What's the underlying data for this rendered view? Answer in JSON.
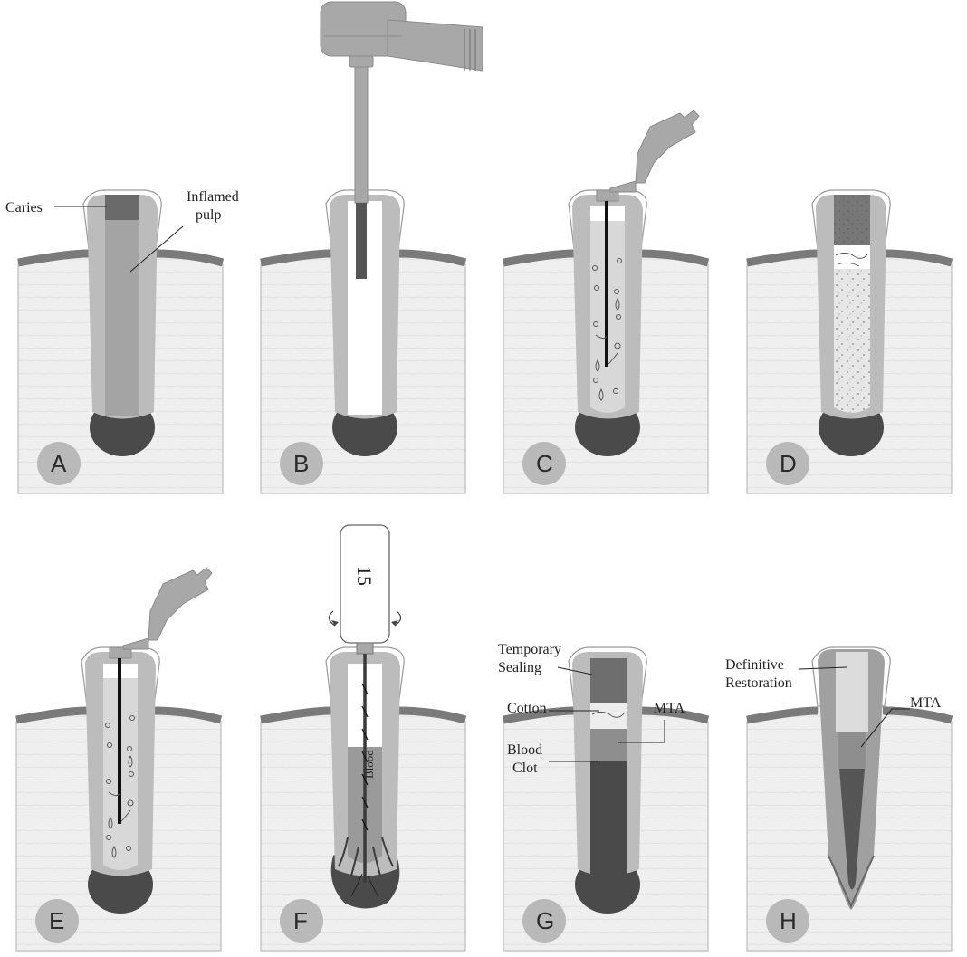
{
  "panels": [
    {
      "letter": "A",
      "labels": {
        "caries": "Caries",
        "inflamed_1": "Inflamed",
        "inflamed_2": "pulp"
      }
    },
    {
      "letter": "B"
    },
    {
      "letter": "C"
    },
    {
      "letter": "D"
    },
    {
      "letter": "E"
    },
    {
      "letter": "F",
      "labels": {
        "file_size": "15",
        "blood": "Blood"
      }
    },
    {
      "letter": "G",
      "labels": {
        "temp_1": "Temporary",
        "temp_2": "Sealing",
        "cotton": "Cotton",
        "mta": "MTA",
        "clot_1": "Blood",
        "clot_2": "Clot"
      }
    },
    {
      "letter": "H",
      "labels": {
        "def_1": "Definitive",
        "def_2": "Restoration",
        "mta": "MTA"
      }
    }
  ],
  "colors": {
    "bone": "#efefef",
    "bone_outline": "#bdbdbd",
    "gum": "#7a7a7a",
    "dentin": "#bcbcbc",
    "pulp": "#a4a4a4",
    "lesion": "#4a4a4a",
    "enamel_outline": "#9a9a9a",
    "badge": "#b9b9b9",
    "instrument": "#a8a8a8"
  }
}
